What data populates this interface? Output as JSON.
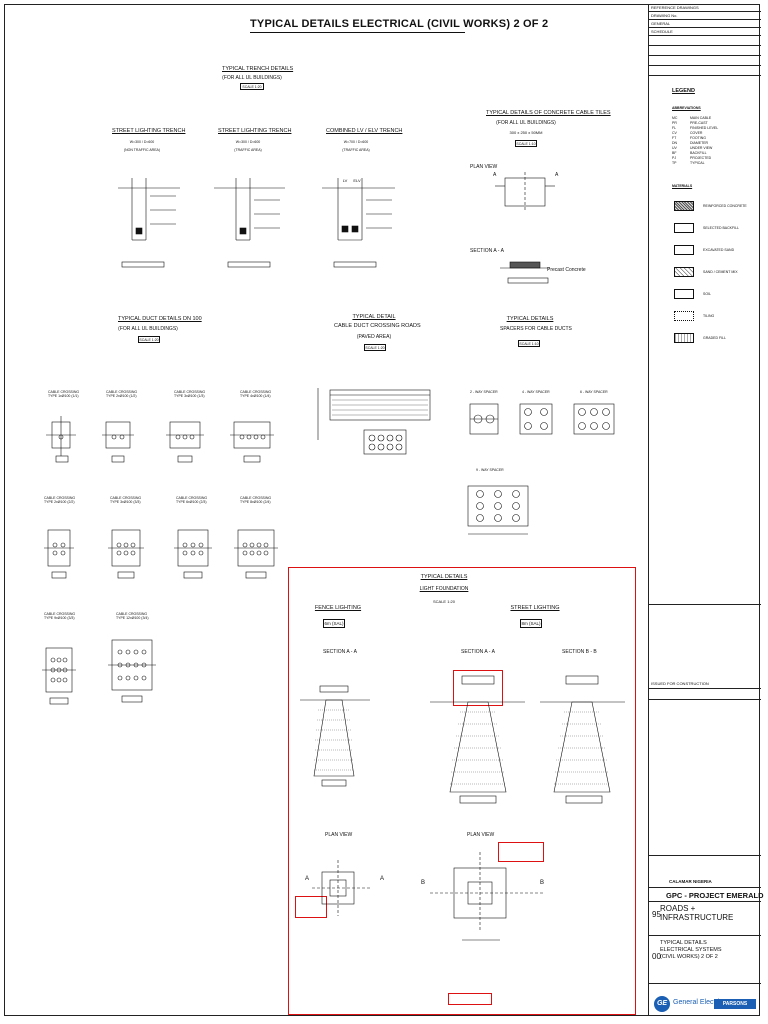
{
  "sheet": {
    "title": "TYPICAL DETAILS ELECTRICAL (CIVIL WORKS) 2 OF 2"
  },
  "trench": {
    "heading": "TYPICAL TRENCH DETAILS",
    "sub": "(FOR ALL UL BUILDINGS)",
    "scale": "SCALE 1:20",
    "items": [
      {
        "title": "STREET LIGHTING TRENCH",
        "dims": "W=300 / D=600",
        "note": "(NON TRAFFIC AREA)"
      },
      {
        "title": "STREET LIGHTING TRENCH",
        "dims": "W=300 / D=600",
        "note": "(TRAFFIC AREA)"
      },
      {
        "title": "COMBINED LV / ELV TRENCH",
        "dims": "W=700 / D=600",
        "note": "(TRAFFIC AREA)"
      }
    ],
    "combined_labels": [
      "LV",
      "ELV"
    ]
  },
  "tiles": {
    "heading": "TYPICAL DETAILS OF CONCRETE CABLE TILES",
    "sub": "(FOR ALL UL BUILDINGS)",
    "dims": "300 x 250 x 50MM",
    "scale": "SCALE 1:10",
    "plan": "PLAN VIEW",
    "section": "SECTION A - A",
    "section_marker": "A",
    "precast": "Precast Concrete"
  },
  "duct": {
    "heading": "TYPICAL DUCT DETAILS DN 100",
    "sub": "(FOR ALL UL BUILDINGS)",
    "scale": "SCALE 1:20",
    "crossings": [
      "CABLE CROSSING\nTYPE 1xØ100 (1/1)",
      "CABLE CROSSING\nTYPE 2xØ100 (1/2)",
      "CABLE CROSSING\nTYPE 3xØ100 (1/3)",
      "CABLE CROSSING\nTYPE 4xØ100 (1/4)",
      "CABLE CROSSING\nTYPE 2xØ100 (2/2)",
      "CABLE CROSSING\nTYPE 3xØ100 (3/3)",
      "CABLE CROSSING\nTYPE 6xØ100 (2/3)",
      "CABLE CROSSING\nTYPE 8xØ100 (2/4)",
      "CABLE CROSSING\nTYPE 9xØ100 (3/3)",
      "CABLE CROSSING\nTYPE 12xØ100 (3/4)"
    ]
  },
  "road": {
    "heading": "TYPICAL DETAIL",
    "sub1": "CABLE DUCT CROSSING ROADS",
    "sub2": "(PAVED AREA)",
    "scale": "SCALE 1:20"
  },
  "spacer": {
    "heading": "TYPICAL DETAILS",
    "sub": "SPACERS FOR CABLE DUCTS",
    "scale": "SCALE 1:10",
    "items": [
      "2 - WAY SPACER",
      "4 - WAY SPACER",
      "6 - WAY SPACER",
      "9 - WAY SPACER"
    ]
  },
  "light": {
    "heading": "TYPICAL DETAILS",
    "sub": "LIGHT FOUNDATION",
    "scale": "SCALE 1:20",
    "fence": "FENCE LIGHTING",
    "street": "STREET LIGHTING",
    "fence_h": "6m (SAL)",
    "street_h": "8m (SAL)",
    "sec_a1": "SECTION A - A",
    "sec_a2": "SECTION A - A",
    "sec_b": "SECTION B - B",
    "plan1": "PLAN VIEW",
    "plan2": "PLAN VIEW",
    "marker_a": "A",
    "marker_b": "B"
  },
  "legend": {
    "title": "LEGEND",
    "abbreviations_label": "ABBREVIATIONS",
    "materials_label": "MATERIALS",
    "abbr": [
      "MC",
      "PR",
      "FL",
      "CV",
      "FT",
      "DN",
      "UV",
      "BF",
      "PJ",
      "TP"
    ],
    "abbr_text": [
      "MAIN CABLE",
      "PRE-CAST",
      "FINISHED LEVEL",
      "COVER",
      "FOOTING",
      "DIAMETER",
      "UNDER VIEW",
      "BACKFILL",
      "PROJECTED",
      "TYPICAL"
    ],
    "materials": [
      "REINFORCED CONCRETE",
      "SELECTED BACKFILL",
      "EXCAVATED SAND",
      "SAND / CEMENT MIX",
      "SOIL",
      "TILING",
      "GRADED FILL"
    ]
  },
  "titleblock": {
    "rows": [
      "REFERENCE DRAWINGS",
      "DRAWING No.",
      "GENERAL",
      "SCHEDULE"
    ],
    "client": "CALAMAR NIGERIA",
    "project": "GPC - PROJECT EMERALD",
    "area": "ROADS + INFRASTRUCTURE",
    "drawing_title": "TYPICAL DETAILS\nELECTRICAL SYSTEMS\n(CIVIL WORKS) 2 OF 2",
    "disc1": "95",
    "disc2": "00",
    "company": "General Electric",
    "logo_right": "PARSONS",
    "status": "ISSUED FOR CONSTRUCTION"
  }
}
